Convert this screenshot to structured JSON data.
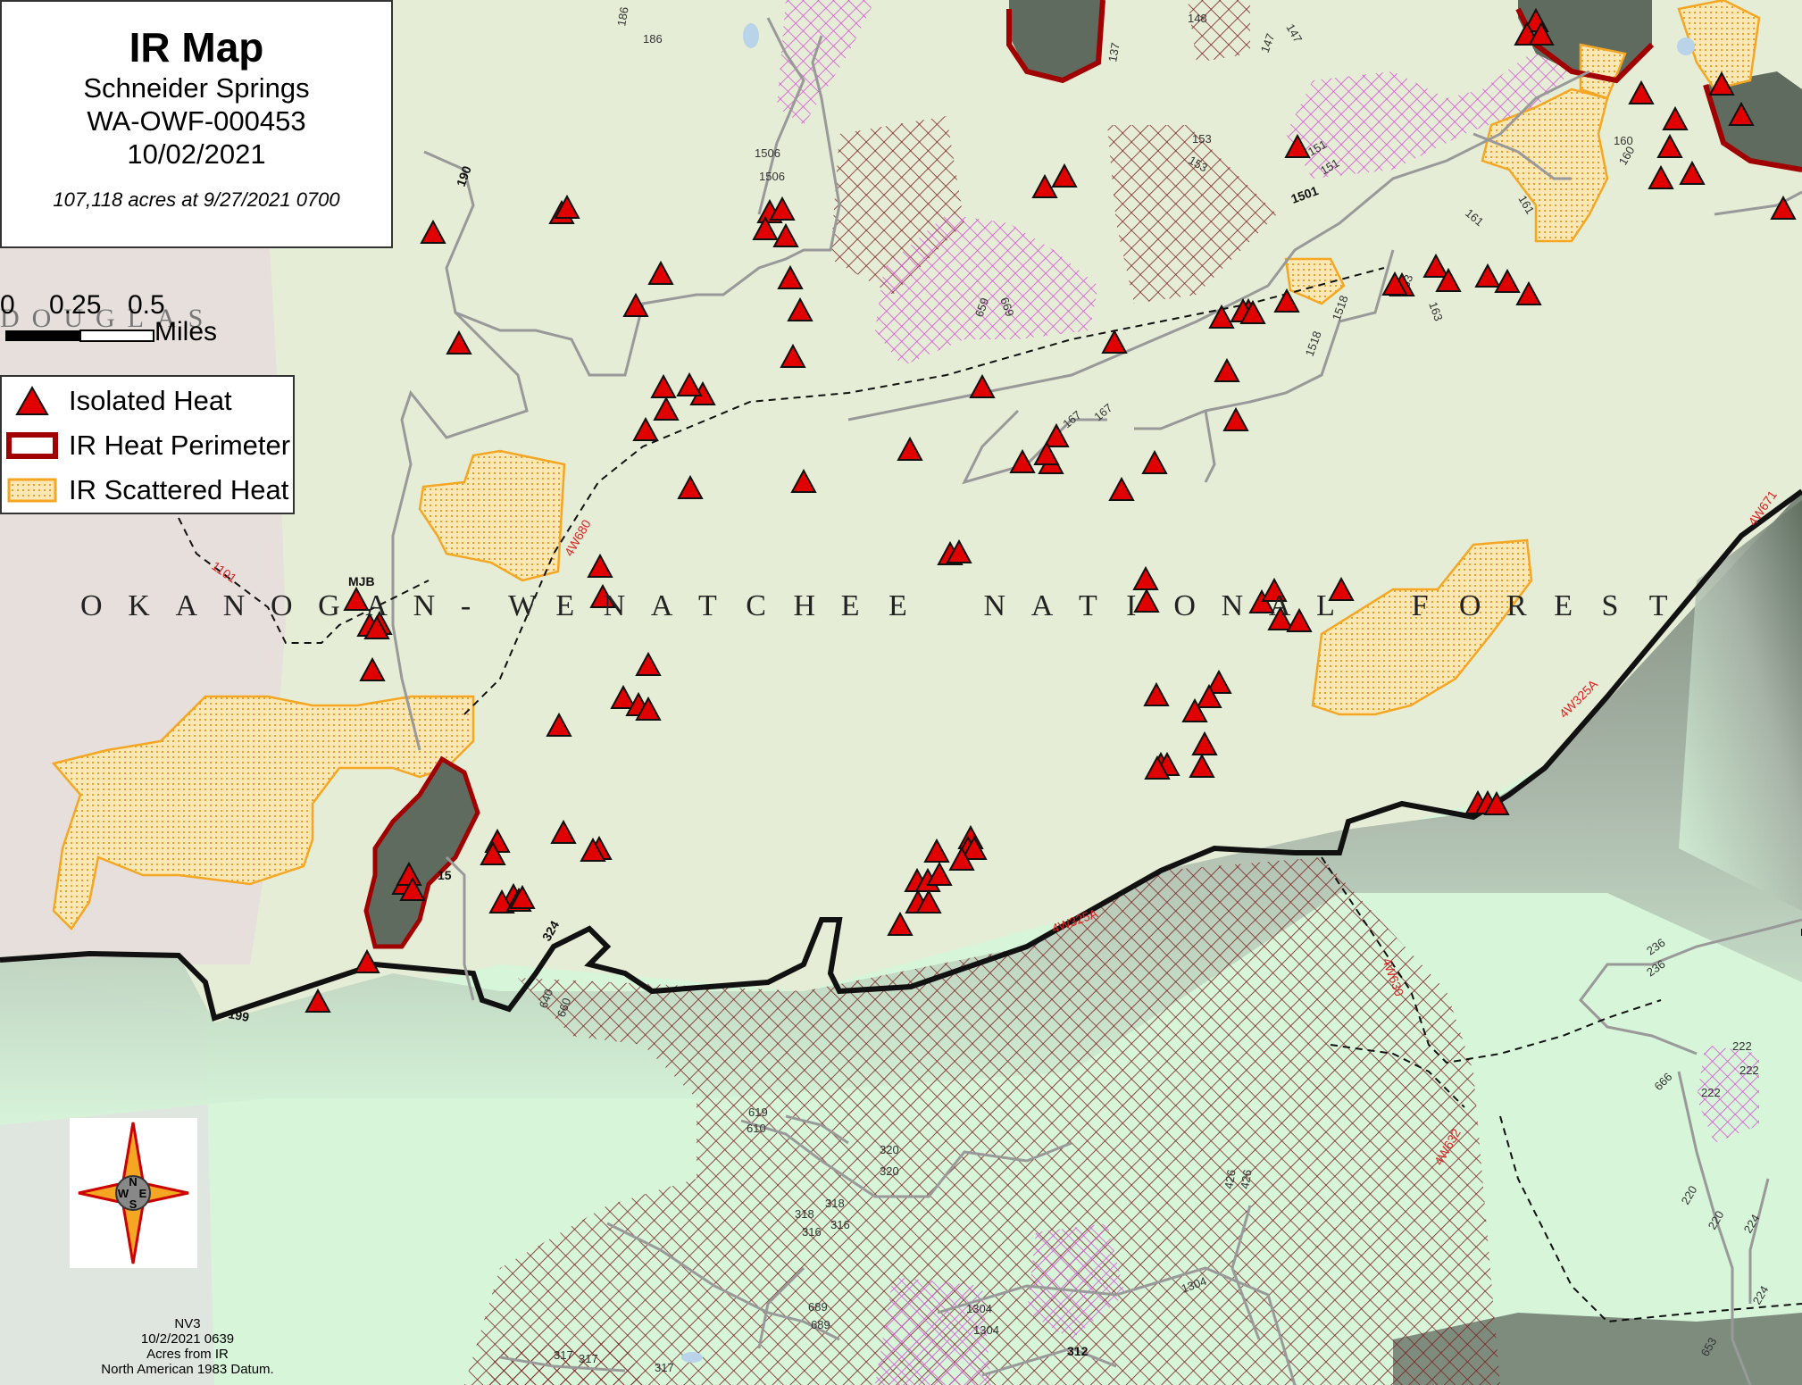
{
  "title": {
    "heading": "IR Map",
    "fire_name": "Schneider Springs",
    "incident_id": "WA-OWF-000453",
    "date": "10/02/2021",
    "acres_note": "107,118  acres at 9/27/2021 0700"
  },
  "scale": {
    "ticks": [
      "0",
      "0.25",
      "0.5"
    ],
    "unit": "Miles"
  },
  "county_label": "DOUGLAS",
  "legend": {
    "isolated_heat": "Isolated Heat",
    "ir_heat_perimeter": "IR Heat Perimeter",
    "ir_scattered_heat": "IR Scattered Heat"
  },
  "forest_label_letters": [
    "O",
    "K",
    "A",
    "N",
    "O",
    "G",
    "A",
    "N",
    "-",
    "W",
    "E",
    "N",
    "A",
    "T",
    "C",
    "H",
    "E",
    "E",
    " ",
    "N",
    "A",
    "T",
    "I",
    "O",
    "N",
    "A",
    "L",
    " ",
    "F",
    "O",
    "R",
    "E",
    "S",
    "T"
  ],
  "compass": {
    "n": "N",
    "s": "S",
    "e": "E",
    "w": "W"
  },
  "footer": {
    "line1": "NV3",
    "line2": "10/2/2021 0639",
    "line3": "Acres from IR",
    "line4": "North American 1983 Datum."
  },
  "road_labels": {
    "r190": "190",
    "r1101": "1101",
    "r4W680": "4W680",
    "r4W325A_1": "4W325A",
    "r4W325A_2": "4W325A",
    "r4W671": "4W671",
    "r1501": "1501",
    "r1506a": "1506",
    "r1506b": "1506",
    "r186a": "186",
    "r186b": "186",
    "r153a": "153",
    "r153b": "153",
    "r151a": "151",
    "r151b": "151",
    "r160a": "160",
    "r160b": "160",
    "r161a": "161",
    "r161b": "161",
    "r163a": "163",
    "r163b": "163",
    "r1518a": "1518",
    "r1518b": "1518",
    "r167a": "167",
    "r167b": "167",
    "r669": "669",
    "r659": "659",
    "r137": "137",
    "r148": "148",
    "r147a": "147",
    "r147b": "147",
    "rMJB": "MJB",
    "r15": "15",
    "r324": "324",
    "r199": "199",
    "r236a": "236",
    "r236b": "236",
    "r666": "666",
    "r222a": "222",
    "r222b": "222",
    "r222c": "222",
    "r220a": "220",
    "r220b": "220",
    "r224a": "224",
    "r224b": "224",
    "r653": "653",
    "r320a": "320",
    "r320b": "320",
    "r318a": "318",
    "r318b": "318",
    "r316a": "316",
    "r316b": "316",
    "r619": "619",
    "r610": "610",
    "r689a": "689",
    "r689b": "689",
    "r317a": "317",
    "r317b": "317",
    "r317c": "317",
    "r1304a": "1304",
    "r1304b": "1304",
    "r1304c": "1304",
    "r312": "312",
    "r426a": "426",
    "r426b": "426",
    "r4W630": "4W630",
    "r4W632": "4W632",
    "r640": "640",
    "r660": "660"
  },
  "colors": {
    "forest_bg": "#e6edd6",
    "private_land": "#e6dfdb",
    "shadow": "#7e8c7e",
    "light_green": "#d6f5d9",
    "isolated_heat": "#e00000",
    "perimeter": "#a00000",
    "scattered_heat": "#f5a623",
    "magenta_hatch": "#d64fd6",
    "brown_hatch": "#7a2020"
  },
  "heat_points": [
    [
      485,
      262
    ],
    [
      629,
      240
    ],
    [
      635,
      234
    ],
    [
      514,
      386
    ],
    [
      712,
      344
    ],
    [
      740,
      308
    ],
    [
      787,
      443
    ],
    [
      743,
      435
    ],
    [
      746,
      460
    ],
    [
      772,
      433
    ],
    [
      723,
      483
    ],
    [
      773,
      548
    ],
    [
      900,
      541
    ],
    [
      862,
      239
    ],
    [
      876,
      236
    ],
    [
      857,
      258
    ],
    [
      880,
      266
    ],
    [
      885,
      313
    ],
    [
      896,
      349
    ],
    [
      888,
      401
    ],
    [
      1170,
      211
    ],
    [
      1192,
      199
    ],
    [
      1100,
      435
    ],
    [
      1019,
      505
    ],
    [
      1248,
      385
    ],
    [
      1183,
      490
    ],
    [
      1145,
      519
    ],
    [
      1177,
      520
    ],
    [
      1172,
      510
    ],
    [
      1256,
      550
    ],
    [
      1064,
      622
    ],
    [
      1074,
      620
    ],
    [
      672,
      636
    ],
    [
      675,
      670
    ],
    [
      726,
      746
    ],
    [
      698,
      783
    ],
    [
      715,
      791
    ],
    [
      726,
      796
    ],
    [
      626,
      814
    ],
    [
      1283,
      650
    ],
    [
      1284,
      675
    ],
    [
      1413,
      676
    ],
    [
      1502,
      662
    ],
    [
      1434,
      695
    ],
    [
      1455,
      697
    ],
    [
      1374,
      417
    ],
    [
      1398,
      350
    ],
    [
      1384,
      472
    ],
    [
      1293,
      520
    ],
    [
      1368,
      357
    ],
    [
      1392,
      350
    ],
    [
      1403,
      352
    ],
    [
      1441,
      339
    ],
    [
      1453,
      166
    ],
    [
      1570,
      321
    ],
    [
      1608,
      300
    ],
    [
      1622,
      316
    ],
    [
      1666,
      311
    ],
    [
      1688,
      317
    ],
    [
      1712,
      331
    ],
    [
      1562,
      320
    ],
    [
      1838,
      106
    ],
    [
      1928,
      96
    ],
    [
      1950,
      130
    ],
    [
      1876,
      135
    ],
    [
      1870,
      166
    ],
    [
      1860,
      201
    ],
    [
      1895,
      196
    ],
    [
      1997,
      235
    ],
    [
      1720,
      25
    ],
    [
      1710,
      40
    ],
    [
      1726,
      40
    ],
    [
      399,
      673
    ],
    [
      414,
      702
    ],
    [
      425,
      700
    ],
    [
      417,
      752
    ],
    [
      422,
      705
    ],
    [
      1349,
      835
    ],
    [
      1346,
      860
    ],
    [
      1365,
      766
    ],
    [
      1354,
      782
    ],
    [
      1338,
      798
    ],
    [
      1295,
      780
    ],
    [
      1087,
      940
    ],
    [
      1084,
      952
    ],
    [
      1091,
      952
    ],
    [
      1077,
      964
    ],
    [
      1049,
      955
    ],
    [
      1027,
      988
    ],
    [
      1039,
      988
    ],
    [
      1028,
      1012
    ],
    [
      1040,
      1012
    ],
    [
      1052,
      981
    ],
    [
      1008,
      1037
    ],
    [
      631,
      934
    ],
    [
      671,
      952
    ],
    [
      664,
      954
    ],
    [
      557,
      944
    ],
    [
      552,
      958
    ],
    [
      575,
      1005
    ],
    [
      562,
      1012
    ],
    [
      581,
      1010
    ],
    [
      585,
      1007
    ],
    [
      1300,
      858
    ],
    [
      1307,
      858
    ],
    [
      1296,
      862
    ],
    [
      1655,
      901
    ],
    [
      1666,
      901
    ],
    [
      1676,
      902
    ],
    [
      411,
      1079
    ],
    [
      356,
      1123
    ],
    [
      453,
      991
    ],
    [
      458,
      981
    ],
    [
      462,
      998
    ],
    [
      1427,
      663
    ]
  ]
}
